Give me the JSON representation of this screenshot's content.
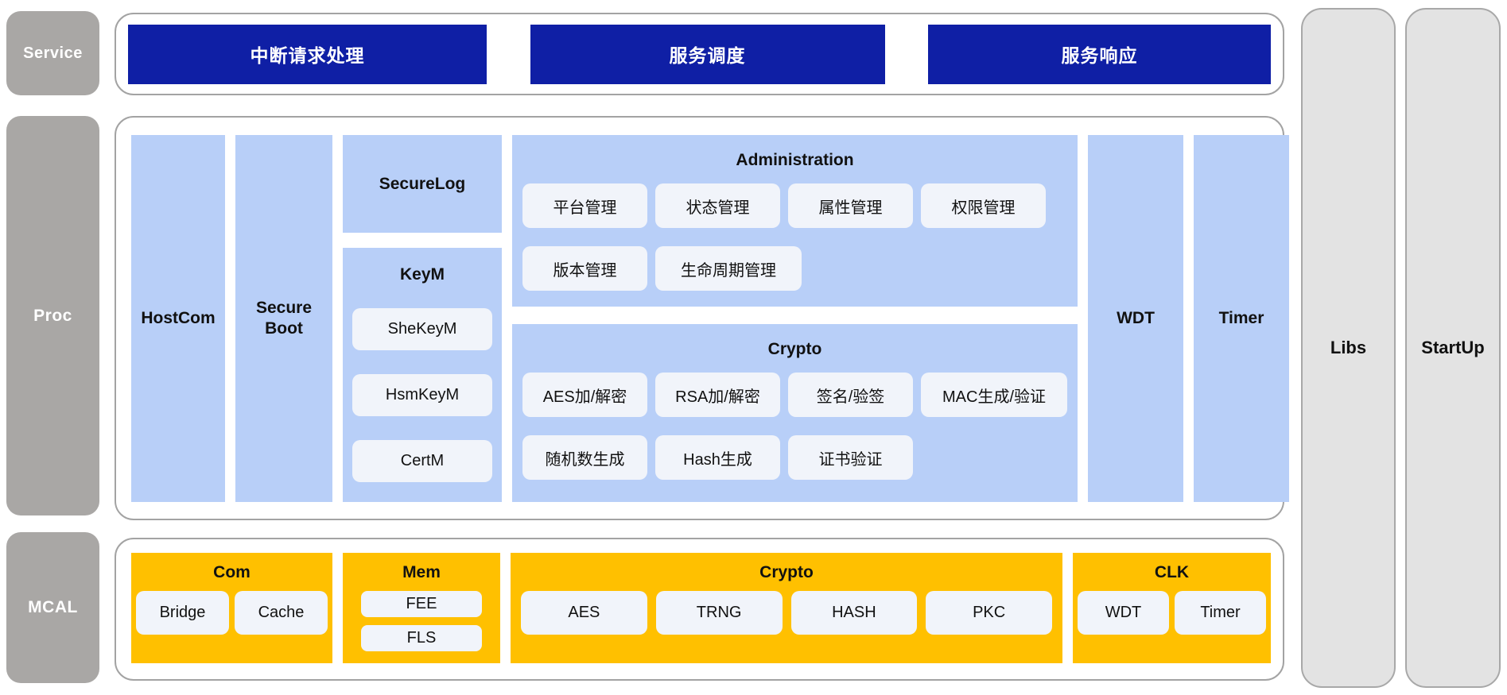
{
  "colors": {
    "service_bar": "#0f1fa5",
    "proc_block": "#b8cff8",
    "pill": "#f1f4fa",
    "mcal_block": "#ffc000",
    "layer_label": "#a9a7a5",
    "side_column": "#e3e3e3",
    "panel_border": "#a3a3a3"
  },
  "layers": {
    "service": {
      "label": "Service",
      "bars": [
        "中断请求处理",
        "服务调度",
        "服务响应"
      ]
    },
    "proc": {
      "label": "Proc",
      "host_com": "HostCom",
      "secure_boot": "Secure Boot",
      "secure_log": "SecureLog",
      "keym": {
        "title": "KeyM",
        "pills": [
          "SheKeyM",
          "HsmKeyM",
          "CertM"
        ]
      },
      "administration": {
        "title": "Administration",
        "row1": [
          "平台管理",
          "状态管理",
          "属性管理",
          "权限管理"
        ],
        "row2": [
          "版本管理",
          "生命周期管理"
        ]
      },
      "crypto": {
        "title": "Crypto",
        "row1": [
          "AES加/解密",
          "RSA加/解密",
          "签名/验签",
          "MAC生成/验证"
        ],
        "row2": [
          "随机数生成",
          "Hash生成",
          "证书验证"
        ]
      },
      "wdt": "WDT",
      "timer": "Timer"
    },
    "mcal": {
      "label": "MCAL",
      "com": {
        "title": "Com",
        "pills": [
          "Bridge",
          "Cache"
        ]
      },
      "mem": {
        "title": "Mem",
        "pills": [
          "FEE",
          "FLS"
        ]
      },
      "crypto": {
        "title": "Crypto",
        "pills": [
          "AES",
          "TRNG",
          "HASH",
          "PKC"
        ]
      },
      "clk": {
        "title": "CLK",
        "pills": [
          "WDT",
          "Timer"
        ]
      }
    },
    "libs": "Libs",
    "startup": "StartUp"
  }
}
